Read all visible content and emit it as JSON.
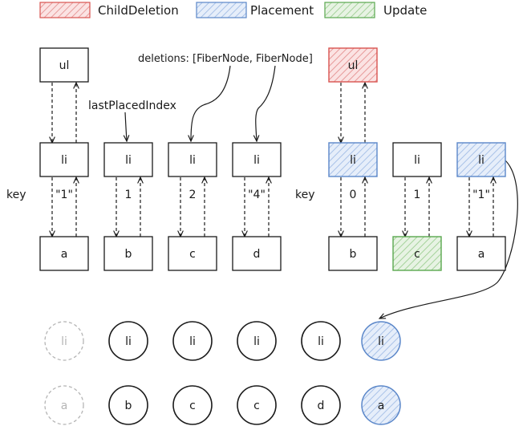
{
  "legend": [
    {
      "label": "ChildDeletion",
      "stroke": "#d9534f",
      "fill": "#f8c4c4"
    },
    {
      "label": "Placement",
      "stroke": "#5b87c9",
      "fill": "#c9d9f1"
    },
    {
      "label": "Update",
      "stroke": "#5aa84f",
      "fill": "#cfe6c8"
    }
  ],
  "labels": {
    "deletions": "deletions: [FiberNode, FiberNode]",
    "last_placed_index": "lastPlacedIndex",
    "key_left": "key",
    "key_right": "key"
  },
  "left_tree": {
    "root": "ul",
    "children": [
      {
        "tag": "li",
        "key": "\"1\"",
        "text": "a"
      },
      {
        "tag": "li",
        "key": "1",
        "text": "b"
      },
      {
        "tag": "li",
        "key": "2",
        "text": "c"
      },
      {
        "tag": "li",
        "key": "\"4\"",
        "text": "d"
      }
    ]
  },
  "right_tree": {
    "root": "ul",
    "children": [
      {
        "tag": "li",
        "key": "0",
        "text": "b"
      },
      {
        "tag": "li",
        "key": "1",
        "text": "c"
      },
      {
        "tag": "li",
        "key": "\"1\"",
        "text": "a"
      }
    ]
  },
  "circle_rows": {
    "top": [
      "li",
      "li",
      "li",
      "li",
      "li",
      "li"
    ],
    "bottom": [
      "a",
      "b",
      "c",
      "c",
      "d",
      "a"
    ]
  }
}
